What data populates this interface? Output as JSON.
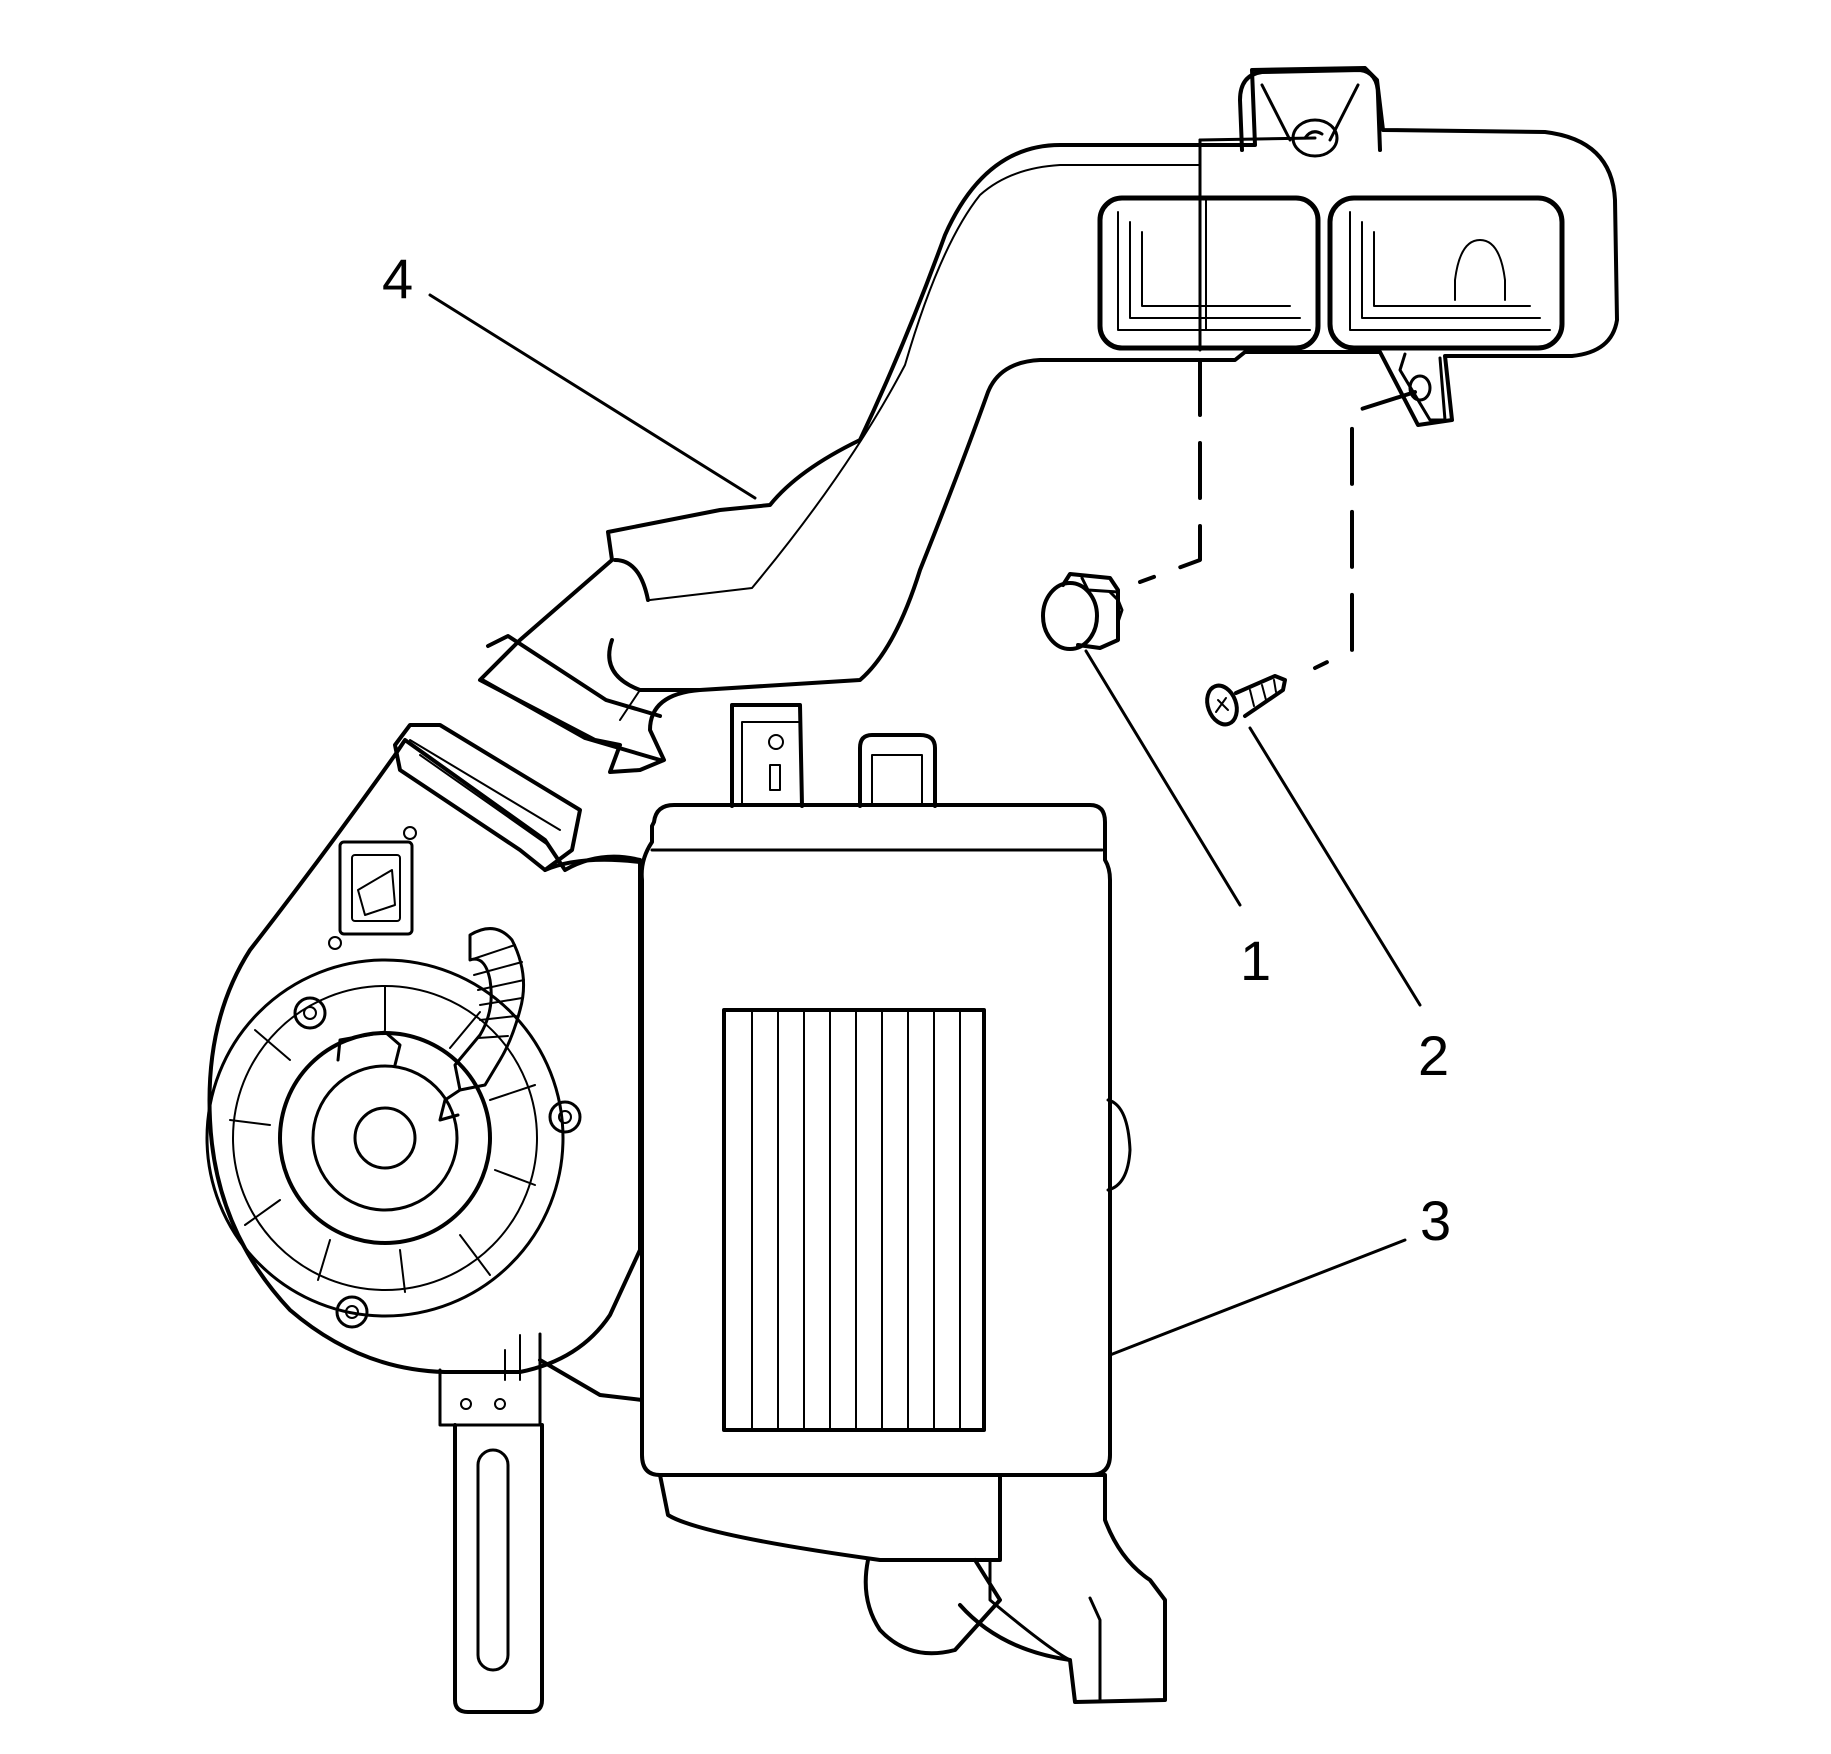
{
  "diagram": {
    "callouts": [
      {
        "label": "1",
        "part": "push-in-retainer"
      },
      {
        "label": "2",
        "part": "screw"
      },
      {
        "label": "3",
        "part": "hvac-module"
      },
      {
        "label": "4",
        "part": "air-duct"
      }
    ],
    "colors": {
      "stroke": "#000000",
      "fill": "#ffffff"
    }
  }
}
